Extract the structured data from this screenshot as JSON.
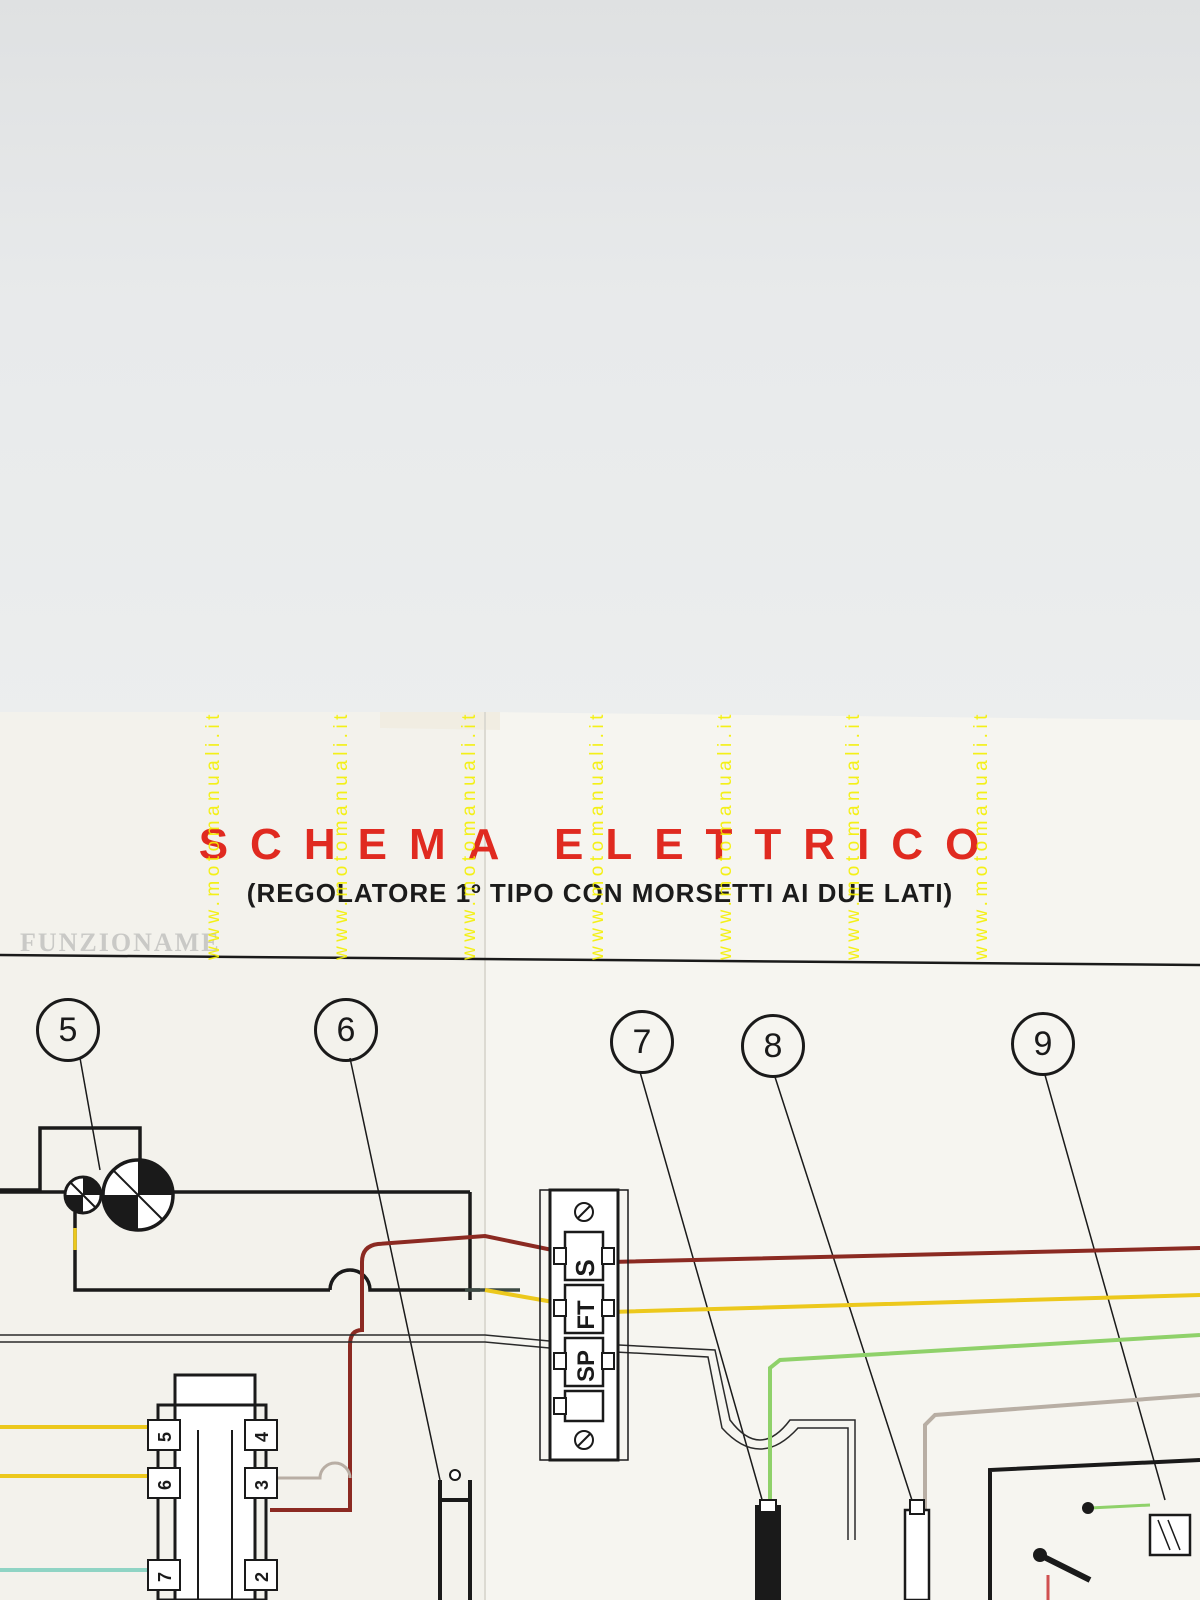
{
  "diagram": {
    "title": "SCHEMA ELETTRICO",
    "subtitle": "(REGOLATORE 1º TIPO CON MORSETTI AI DUE LATI)",
    "watermark": "www.motomanuali.it",
    "callouts": [
      "5",
      "6",
      "7",
      "8",
      "9"
    ],
    "terminal_block_labels": [
      "S",
      "FT",
      "SP"
    ],
    "connector_pins_left": [
      "5",
      "6",
      "7"
    ],
    "connector_pins_right": [
      "4",
      "3",
      "2"
    ],
    "background_text": "FUNZIONAME"
  },
  "colors": {
    "title_red": "#e02a20",
    "watermark_yellow": "#f4f000",
    "wire_red": "#8b2a22",
    "wire_yellow": "#ecc81c",
    "wire_green": "#8fd16a",
    "wire_grey": "#b8aea4",
    "wire_cyan": "#8fd4c4",
    "paper": "#f4f3ee"
  }
}
